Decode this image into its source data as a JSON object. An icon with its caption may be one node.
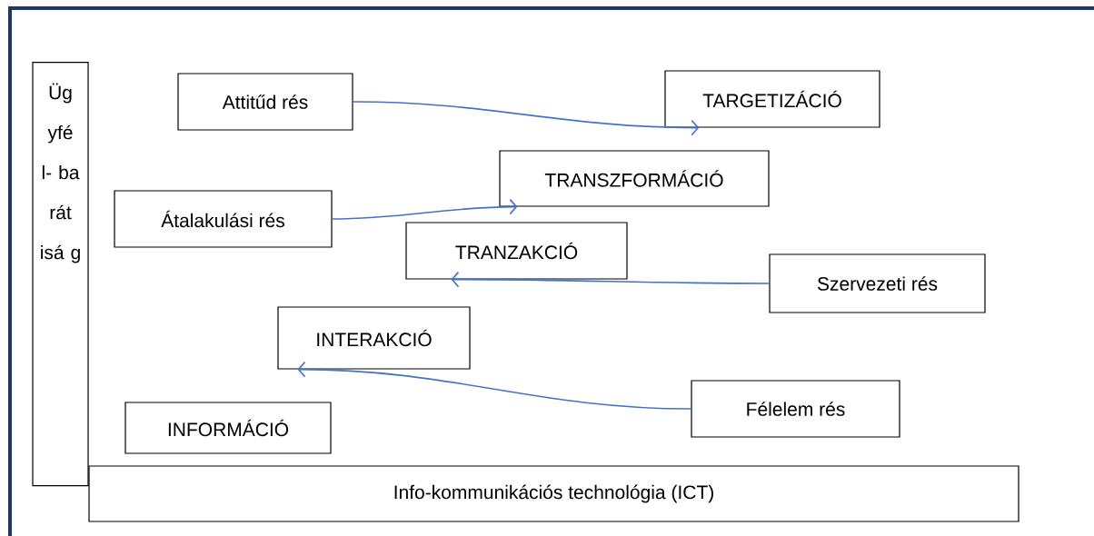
{
  "diagram": {
    "nodes": [
      {
        "text": [
          "Üg yfé l- ba rát isá g"
        ]
      },
      {
        "text": [
          "Attitűd rés"
        ]
      },
      {
        "text": [
          "TARGETIZÁCIÓ"
        ]
      },
      {
        "text": [
          "TRANSZFORMÁCIÓ"
        ]
      },
      {
        "text": [
          "Átalakulási rés"
        ]
      },
      {
        "text": [
          "TRANZAKCIÓ"
        ]
      },
      {
        "text": [
          "Szervezeti rés"
        ]
      },
      {
        "text": [
          "INTERAKCIÓ"
        ]
      },
      {
        "text": [
          "Félelem rés"
        ]
      },
      {
        "text": [
          "INFORMÁCIÓ"
        ]
      },
      {
        "text": [
          "Info-kommunikációs technológia (ICT)"
        ]
      }
    ],
    "edges": [
      {
        "from": 1,
        "to": 2,
        "arrow": "to"
      },
      {
        "from": 4,
        "to": 3,
        "arrow": "to"
      },
      {
        "from": 6,
        "to": 5,
        "arrow": "to"
      },
      {
        "from": 8,
        "to": 7,
        "arrow": "to"
      }
    ]
  }
}
